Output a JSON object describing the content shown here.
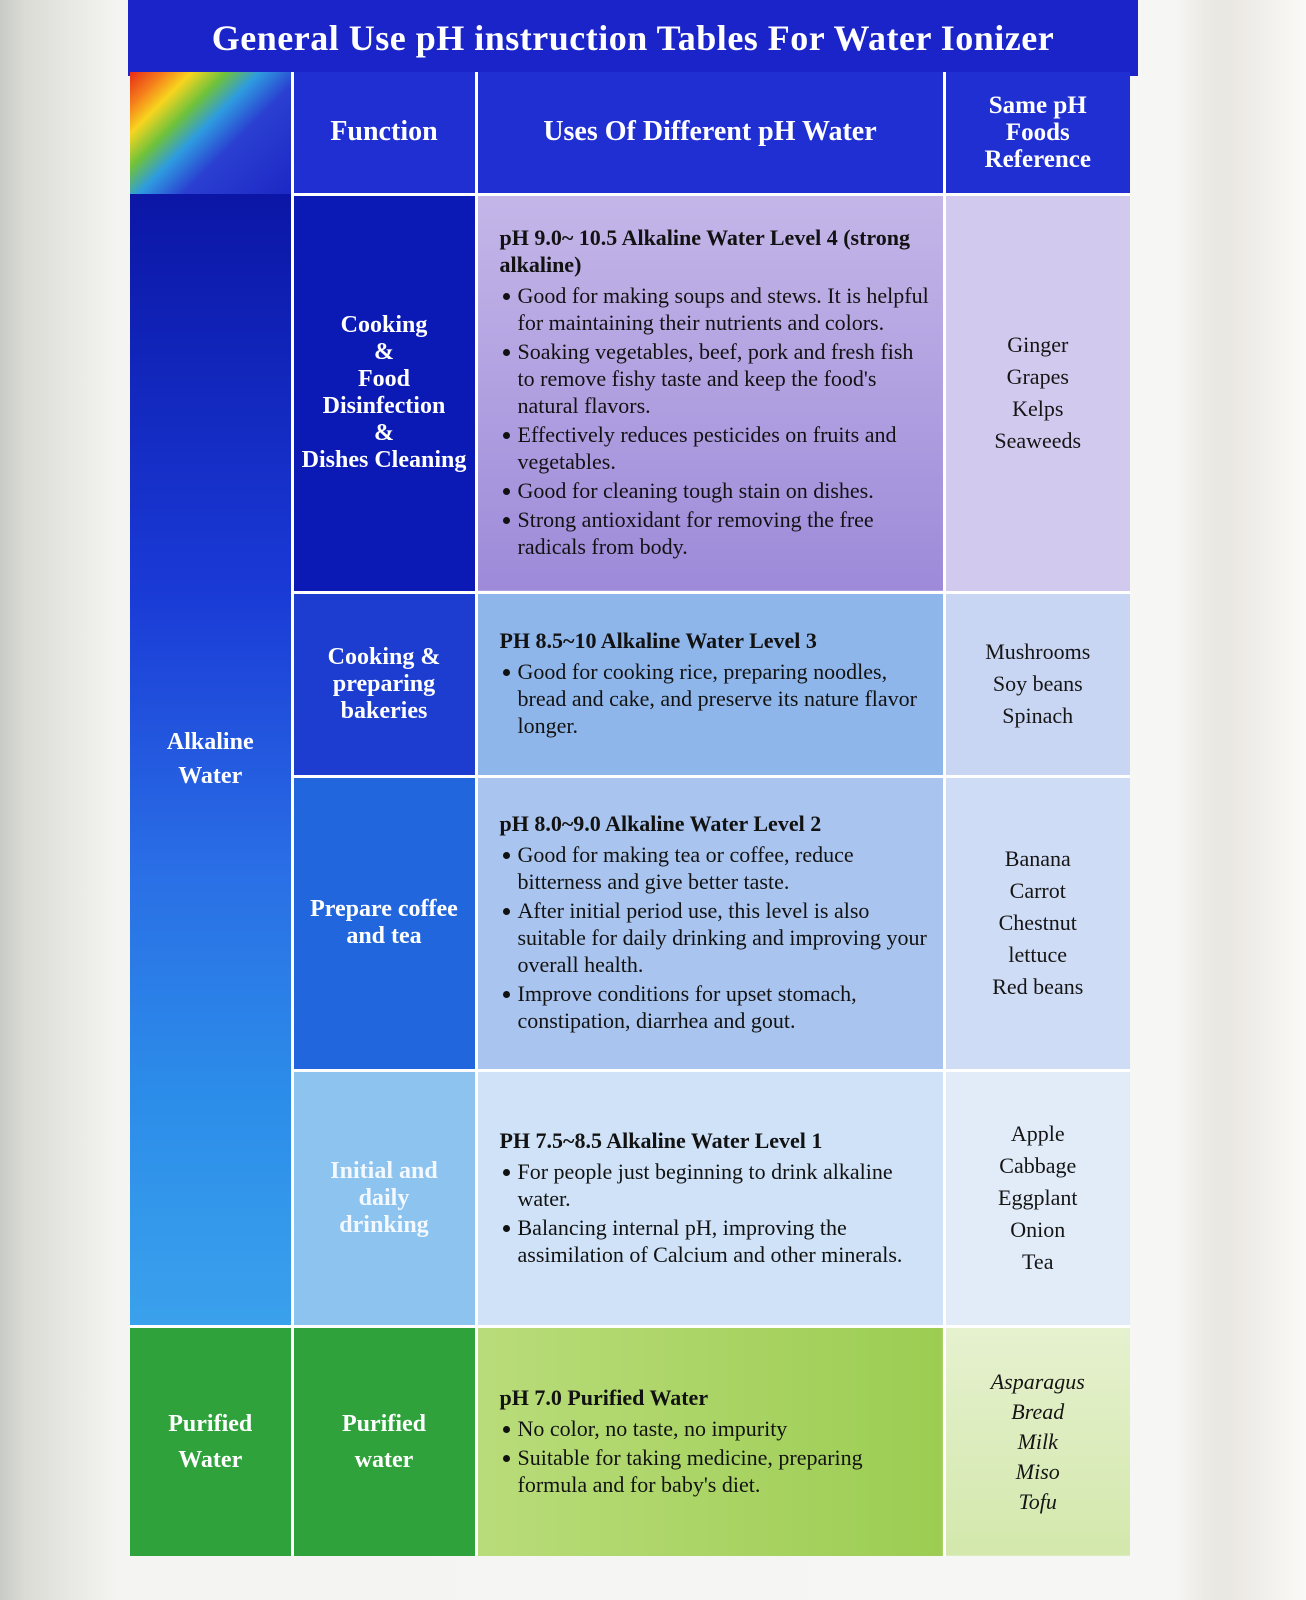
{
  "title": "General Use pH instruction Tables For Water Ionizer",
  "header": {
    "function": "Function",
    "uses": "Uses Of Different pH Water",
    "foods_line1": "Same pH",
    "foods_line2": "Foods",
    "foods_line3": "Reference"
  },
  "groups": {
    "alkaline_line1": "Alkaline",
    "alkaline_line2": "Water",
    "purified_line1": "Purified",
    "purified_line2": "Water"
  },
  "rows": [
    {
      "function_lines": [
        "Cooking",
        "&",
        "Food",
        "Disinfection",
        "&",
        "Dishes Cleaning"
      ],
      "heading": "pH 9.0~ 10.5 Alkaline Water Level 4 (strong alkaline)",
      "bullets": [
        "Good for making soups and stews. It is helpful for maintaining their nutrients and colors.",
        "Soaking vegetables, beef, pork and fresh fish to remove fishy taste and keep the food's natural flavors.",
        "Effectively reduces pesticides on fruits and vegetables.",
        "Good for cleaning tough stain on dishes.",
        "Strong antioxidant for removing the free radicals from body."
      ],
      "foods": [
        "Ginger",
        "Grapes",
        "Kelps",
        "Seaweeds"
      ]
    },
    {
      "function_lines": [
        "Cooking &",
        "preparing",
        "bakeries"
      ],
      "heading": "PH 8.5~10 Alkaline Water Level 3",
      "bullets": [
        "Good for cooking rice, preparing noodles, bread and cake, and preserve its nature flavor longer."
      ],
      "foods": [
        "Mushrooms",
        "Soy beans",
        "Spinach"
      ]
    },
    {
      "function_lines": [
        "Prepare coffee",
        "and tea"
      ],
      "heading": "pH 8.0~9.0 Alkaline Water Level 2",
      "bullets": [
        "Good for making tea or coffee, reduce bitterness and give better taste.",
        "After initial period use, this level is also suitable for daily drinking and improving your overall health.",
        "Improve conditions for upset stomach, constipation, diarrhea and gout."
      ],
      "foods": [
        "Banana",
        "Carrot",
        "Chestnut",
        "lettuce",
        "Red beans"
      ]
    },
    {
      "function_lines": [
        "Initial and",
        "daily",
        "drinking"
      ],
      "heading": "PH 7.5~8.5 Alkaline Water Level 1",
      "bullets": [
        "For people just beginning to drink alkaline water.",
        "Balancing internal pH, improving the assimilation of Calcium and other minerals."
      ],
      "foods": [
        "Apple",
        "Cabbage",
        "Eggplant",
        "Onion",
        "Tea"
      ]
    },
    {
      "function_lines": [
        "Purified",
        "water"
      ],
      "heading": "pH 7.0 Purified Water",
      "bullets": [
        "No color, no taste, no impurity",
        "Suitable for taking medicine, preparing formula and for baby's diet."
      ],
      "foods": [
        "Asparagus",
        "Bread",
        "Milk",
        "Miso",
        "Tofu"
      ]
    }
  ]
}
